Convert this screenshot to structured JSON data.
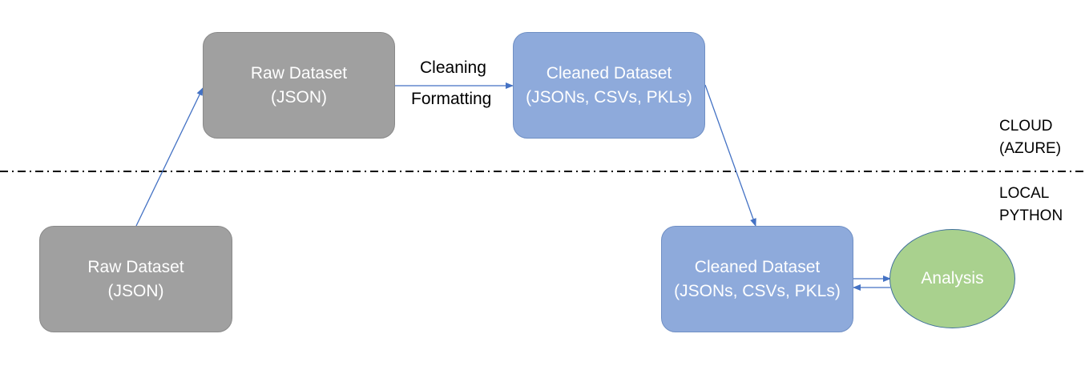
{
  "boxes": {
    "cloud_raw": {
      "line1": "Raw Dataset",
      "line2": "(JSON)"
    },
    "cloud_cleaned": {
      "line1": "Cleaned Dataset",
      "line2": "(JSONs, CSVs, PKLs)"
    },
    "local_raw": {
      "line1": "Raw Dataset",
      "line2": "(JSON)"
    },
    "local_cleaned": {
      "line1": "Cleaned Dataset",
      "line2": "(JSONs, CSVs, PKLs)"
    },
    "analysis": {
      "label": "Analysis"
    }
  },
  "arrow_labels": {
    "cleaning": "Cleaning",
    "formatting": "Formatting"
  },
  "regions": {
    "cloud": {
      "line1": "CLOUD",
      "line2": "(AZURE)"
    },
    "local": {
      "line1": "LOCAL",
      "line2": "PYTHON"
    }
  },
  "colors": {
    "gray_box": "#a0a0a0",
    "blue_box": "#8eaadb",
    "analysis_fill": "#a9d18e",
    "arrow": "#4472c4"
  }
}
